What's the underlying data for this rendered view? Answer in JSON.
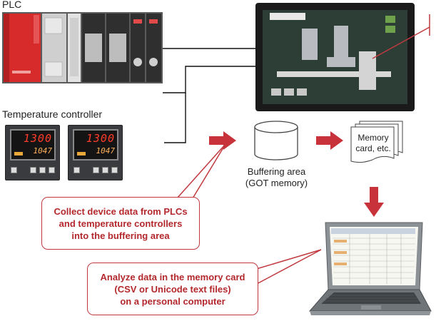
{
  "labels": {
    "plc": "PLC",
    "temperature_controller": "Temperature controller",
    "buffering_area_line1": "Buffering area",
    "buffering_area_line2": "(GOT memory)",
    "memory_card_line1": "Memory",
    "memory_card_line2": "card, etc."
  },
  "callouts": {
    "collect": [
      "Collect device data from PLCs",
      "and temperature controllers",
      "into the buffering area"
    ],
    "analyze": [
      "Analyze data in the memory card",
      "(CSV or Unicode text files)",
      "on a personal computer"
    ]
  },
  "temperature_display": {
    "main_value": "1300",
    "sub_value": "1047"
  },
  "colors": {
    "accent_red": "#c0393f",
    "arrow_red": "#c8323a",
    "plc_red": "#d72a2a"
  }
}
